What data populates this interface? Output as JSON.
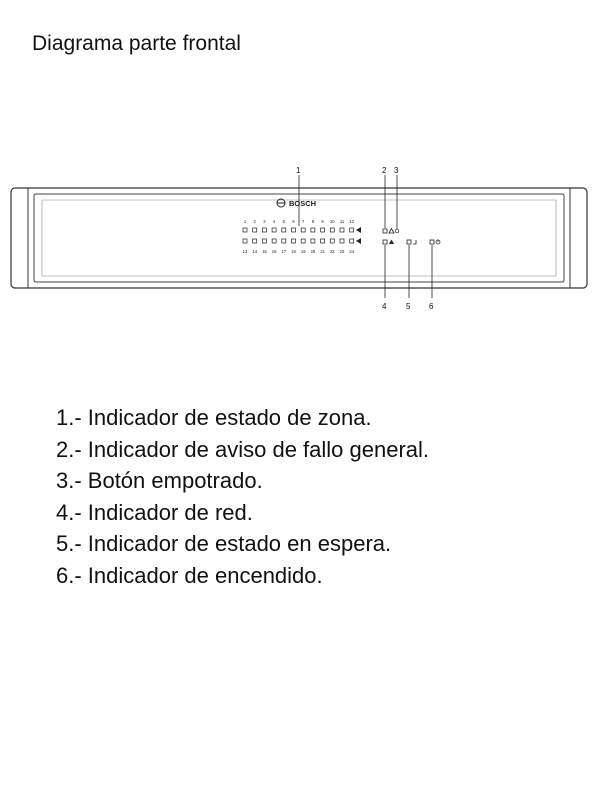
{
  "title": "Diagrama parte frontal",
  "panel": {
    "brand": "BOSCH",
    "zone_numbers_top": [
      "1",
      "2",
      "3",
      "4",
      "5",
      "6",
      "7",
      "8",
      "9",
      "10",
      "11",
      "12"
    ],
    "zone_numbers_bottom": [
      "13",
      "14",
      "15",
      "16",
      "17",
      "18",
      "19",
      "20",
      "21",
      "22",
      "23",
      "24"
    ]
  },
  "callouts": {
    "c1": "1",
    "c2": "2",
    "c3": "3",
    "c4": "4",
    "c5": "5",
    "c6": "6"
  },
  "legend": [
    "1.- Indicador de estado de zona.",
    "2.- Indicador de aviso de fallo general.",
    "3.- Botón empotrado.",
    "4.- Indicador de red.",
    "5.- Indicador de estado en espera.",
    "6.- Indicador de encendido."
  ]
}
